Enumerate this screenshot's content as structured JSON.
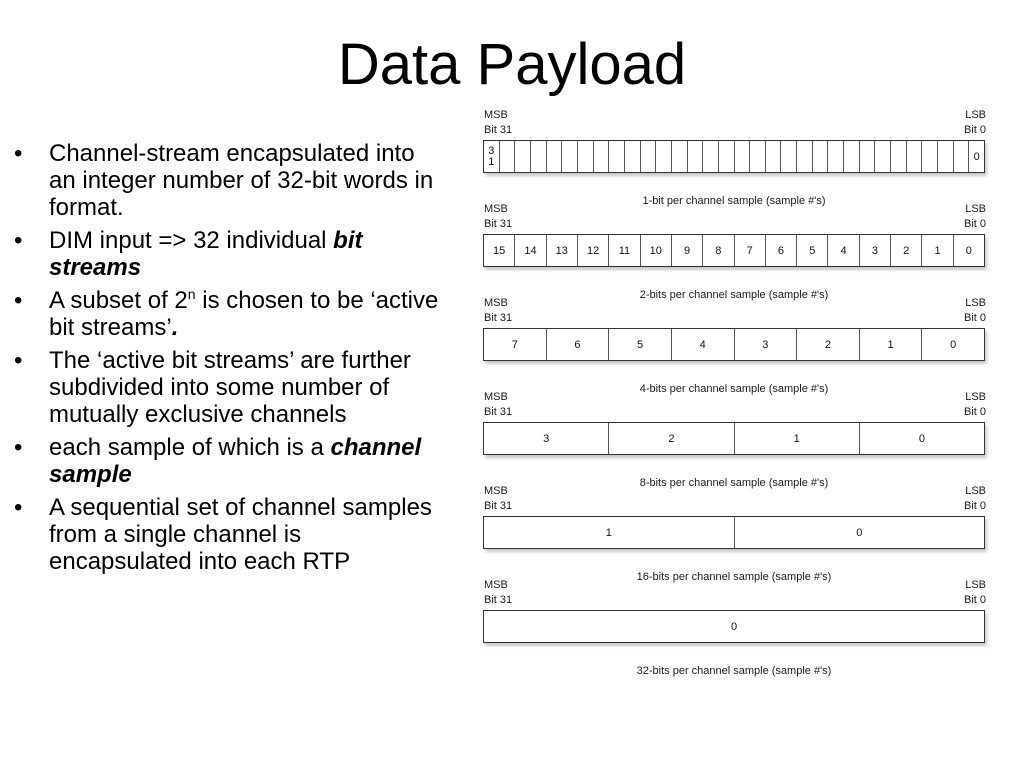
{
  "slide": {
    "title": "Data Payload",
    "bullets": [
      {
        "parts": [
          {
            "text": "Channel-stream encapsulated into an integer number of 32-bit words in format."
          }
        ]
      },
      {
        "parts": [
          {
            "text": "DIM input => 32 individual "
          },
          {
            "text": "bit streams",
            "style": "bi"
          }
        ]
      },
      {
        "parts": [
          {
            "text": "A subset of 2"
          },
          {
            "text": "n",
            "style": "sup"
          },
          {
            "text": " is chosen to be ‘active bit streams’"
          },
          {
            "text": ".",
            "style": "bi"
          }
        ]
      },
      {
        "parts": [
          {
            "text": "The ‘active bit streams’ are further subdivided into some number of mutually exclusive channels"
          }
        ]
      },
      {
        "parts": [
          {
            "text": "each sample of which is a "
          },
          {
            "text": "channel sample",
            "style": "bi"
          }
        ]
      },
      {
        "parts": [
          {
            "text": "A sequential set of channel samples from a single channel is encapsulated into each RTP"
          }
        ]
      }
    ]
  },
  "diagram": {
    "msb": "MSB",
    "lsb": "LSB",
    "bit_hi": "Bit 31",
    "bit_lo": "Bit 0",
    "rows": [
      {
        "cells": [
          [
            "3",
            "1"
          ],
          "",
          "",
          "",
          "",
          "",
          "",
          "",
          "",
          "",
          "",
          "",
          "",
          "",
          "",
          "",
          "",
          "",
          "",
          "",
          "",
          "",
          "",
          "",
          "",
          "",
          "",
          "",
          "",
          "",
          "",
          "0"
        ],
        "caption": "1-bit per channel sample (sample #'s)"
      },
      {
        "cells": [
          "15",
          "14",
          "13",
          "12",
          "11",
          "10",
          "9",
          "8",
          "7",
          "6",
          "5",
          "4",
          "3",
          "2",
          "1",
          "0"
        ],
        "caption": "2-bits per channel sample (sample #'s)"
      },
      {
        "cells": [
          "7",
          "6",
          "5",
          "4",
          "3",
          "2",
          "1",
          "0"
        ],
        "caption": "4-bits per channel sample (sample #'s)"
      },
      {
        "cells": [
          "3",
          "2",
          "1",
          "0"
        ],
        "caption": "8-bits per channel sample (sample #'s)"
      },
      {
        "cells": [
          "1",
          "0"
        ],
        "caption": "16-bits per channel sample (sample #'s)"
      },
      {
        "cells": [
          "0"
        ],
        "caption": "32-bits per channel sample (sample #'s)"
      }
    ]
  }
}
